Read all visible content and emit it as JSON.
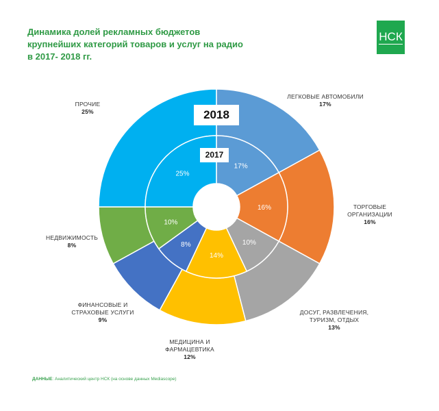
{
  "header": {
    "title_lines": [
      "Динамика долей рекламных бюджетов",
      "крупнейших категорий товаров и услуг на радио",
      "в 2017- 2018 гг."
    ],
    "logo": "НСК"
  },
  "chart_data": {
    "type": "pie",
    "subtype": "nested-donut",
    "title": "Динамика долей рекламных бюджетов крупнейших категорий товаров и услуг на радио в 2017- 2018 гг.",
    "rings": {
      "outer": "2018",
      "inner": "2017"
    },
    "categories": [
      {
        "name_lines": [
          "ЛЕГКОВЫЕ АВТОМОБИЛИ"
        ],
        "color": "#5b9bd5"
      },
      {
        "name_lines": [
          "ТОРГОВЫЕ",
          "ОРГАНИЗАЦИИ"
        ],
        "color": "#ed7d31"
      },
      {
        "name_lines": [
          "ДОСУГ, РАЗВЛЕЧЕНИЯ,",
          "ТУРИЗМ, ОТДЫХ"
        ],
        "color": "#a5a5a5"
      },
      {
        "name_lines": [
          "МЕДИЦИНА И",
          "ФАРМАЦЕВТИКА"
        ],
        "color": "#ffc000"
      },
      {
        "name_lines": [
          "ФИНАНСОВЫЕ И",
          "СТРАХОВЫЕ УСЛУГИ"
        ],
        "color": "#4472c4"
      },
      {
        "name_lines": [
          "НЕДВИЖИМОСТЬ"
        ],
        "color": "#70ad47"
      },
      {
        "name_lines": [
          "ПРОЧИЕ"
        ],
        "color": "#00b0f0"
      }
    ],
    "series": [
      {
        "name": "2018",
        "values": [
          17,
          16,
          13,
          12,
          9,
          8,
          25
        ],
        "labels": [
          "17%",
          "16%",
          "13%",
          "12%",
          "9%",
          "8%",
          "25%"
        ]
      },
      {
        "name": "2017",
        "values": [
          17,
          16,
          10,
          14,
          8,
          10,
          25
        ],
        "labels": [
          "17%",
          "16%",
          "10%",
          "14%",
          "8%",
          "10%",
          "25%"
        ]
      }
    ]
  },
  "footer": {
    "source_label": "ДАННЫЕ",
    "source_text": ": Аналитический центр НСК (на основе данных Mediascope)"
  }
}
